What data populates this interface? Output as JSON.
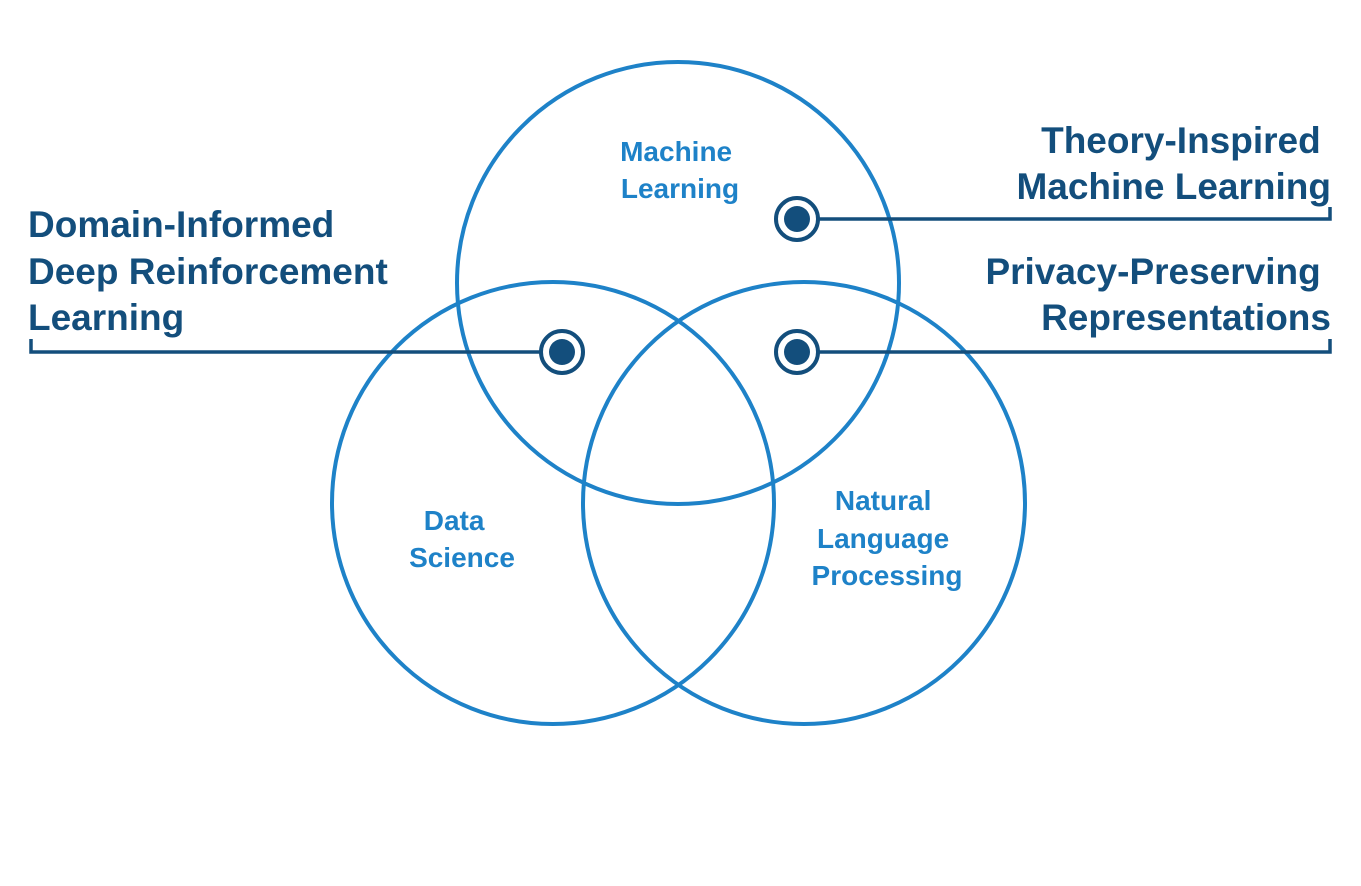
{
  "colors": {
    "circle_stroke": "#1e82c8",
    "circle_label": "#1e82c8",
    "callout_text": "#134e7c",
    "marker": "#134e7c"
  },
  "circles": {
    "machine_learning": {
      "line1": "Machine",
      "line2": "Learning"
    },
    "data_science": {
      "line1": "Data",
      "line2": "Science"
    },
    "nlp": {
      "line1": "Natural",
      "line2": "Language",
      "line3": "Processing"
    }
  },
  "callouts": {
    "theory_inspired": {
      "line1": "Theory-Inspired",
      "line2": "Machine Learning"
    },
    "domain_informed": {
      "line1": "Domain-Informed",
      "line2": "Deep Reinforcement",
      "line3": "Learning"
    },
    "privacy_preserving": {
      "line1": "Privacy-Preserving",
      "line2": "Representations"
    }
  }
}
